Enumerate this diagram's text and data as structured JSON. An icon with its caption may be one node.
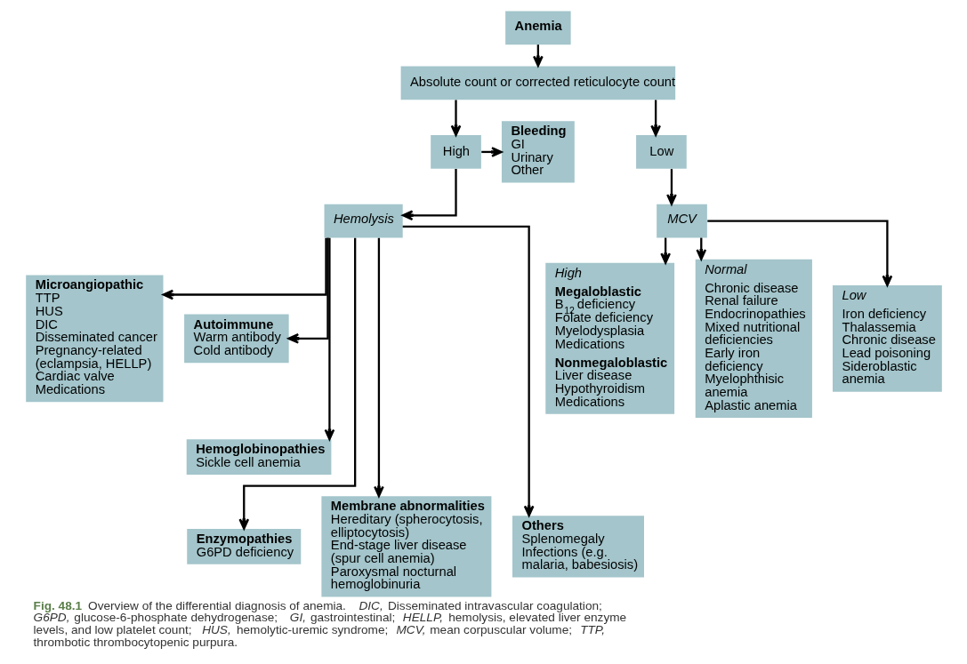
{
  "diagram": {
    "caption": "**Fig. 48.1** Overview of the differential diagnosis of anemia. *DIC,* Disseminated intravascular coagulation; *G6PD,* glucose-6-phosphate dehydrogenase; *GI,* gastrointestinal; *HELLP,* hemolysis, elevated liver enzyme levels, and low platelet count; *HUS,* hemolytic-uremic syndrome; *MCV,* mean corpuscular volume; *TTP,* thrombotic thrombocytopenic purpura.",
    "nodes": [
      {
        "text": [
          "Anemia"
        ]
      },
      {
        "text": [
          "Absolute count or corrected reticulocyte count"
        ]
      },
      {
        "text": [
          "High"
        ]
      },
      {
        "text": [
          "Low"
        ]
      },
      {
        "text": [
          "Bleeding",
          "GI",
          "Urinary",
          "Other"
        ]
      },
      {
        "text": [
          "Hemolysis"
        ]
      },
      {
        "text": [
          "MCV"
        ]
      },
      {
        "text": [
          "Microangiopathic",
          "TTP",
          "HUS",
          "DIC",
          "Disseminated cancer",
          "Pregnancy-related (eclampsia, HELLP)",
          "Cardiac valve",
          "Medications"
        ]
      },
      {
        "text": [
          "Autoimmune",
          "Warm antibody",
          "Cold antibody"
        ]
      },
      {
        "text": [
          "Hemoglobinopathies",
          "Sickle cell anemia"
        ]
      },
      {
        "text": [
          "Enzymopathies",
          "G6PD deficiency"
        ]
      },
      {
        "text": [
          "Membrane abnormalities",
          "Hereditary (spherocytosis, elliptocytosis)",
          "End-stage liver disease (spur cell anemia)",
          "Paroxysmal nocturnal hemoglobinuria"
        ]
      },
      {
        "text": [
          "Others",
          "Splenomegaly",
          "Infections (e.g. malaria, babesiosis)"
        ]
      },
      {
        "text": [
          "High",
          "Megaloblastic",
          "B$_{12}$ deficiency",
          "Folate deficiency",
          "Myelodysplasia",
          "Medications",
          "Nonmegaloblastic",
          "Liver disease",
          "Hypothyroidism",
          "Medications"
        ]
      },
      {
        "text": [
          "Normal",
          "Chronic disease",
          "Renal failure",
          "Endocrinopathies",
          "Mixed nutritional deficiencies",
          "Early iron deficiency",
          "Myelophthisic anemia",
          "Aplastic anemia"
        ]
      },
      {
        "text": [
          "Low",
          "Iron deficiency",
          "Thalassemia",
          "Chronic disease",
          "Lead poisoning",
          "Sideroblastic anemia"
        ]
      }
    ],
    "edges": [
      {
        "from": 0,
        "to": 1,
        "arrow": "to"
      },
      {
        "from": 1,
        "to": 2,
        "arrow": "to"
      },
      {
        "from": 1,
        "to": 3,
        "arrow": "to"
      },
      {
        "from": 2,
        "to": 4,
        "arrow": "to"
      },
      {
        "from": 2,
        "to": 5,
        "arrow": "to"
      },
      {
        "from": 3,
        "to": 6,
        "arrow": "to"
      },
      {
        "from": 5,
        "to": 7,
        "arrow": "to"
      },
      {
        "from": 5,
        "to": 8,
        "arrow": "to"
      },
      {
        "from": 5,
        "to": 9,
        "arrow": "to"
      },
      {
        "from": 5,
        "to": 10,
        "arrow": "to"
      },
      {
        "from": 5,
        "to": 11,
        "arrow": "to"
      },
      {
        "from": 5,
        "to": 12,
        "arrow": "to"
      },
      {
        "from": 6,
        "to": 13,
        "arrow": "to"
      },
      {
        "from": 6,
        "to": 14,
        "arrow": "to"
      },
      {
        "from": 6,
        "to": 15,
        "arrow": "to"
      }
    ]
  }
}
